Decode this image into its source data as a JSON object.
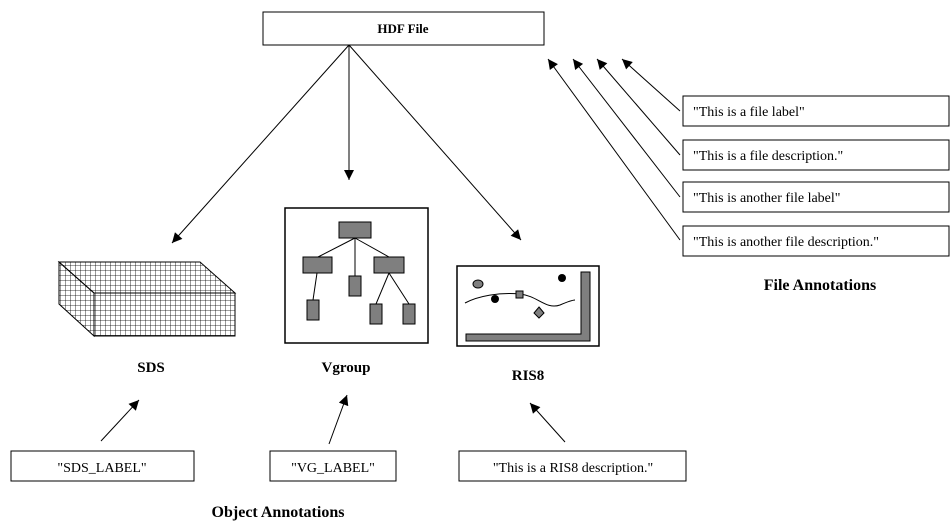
{
  "root": {
    "title": "HDF File"
  },
  "objects": {
    "sds": {
      "label": "SDS"
    },
    "vgroup": {
      "label": "Vgroup"
    },
    "ris8": {
      "label": "RIS8"
    }
  },
  "object_annotations": {
    "heading": "Object Annotations",
    "items": [
      {
        "text": "\"SDS_LABEL\""
      },
      {
        "text": "\"VG_LABEL\""
      },
      {
        "text": "\"This is a RIS8 description.\""
      }
    ]
  },
  "file_annotations": {
    "heading": "File Annotations",
    "items": [
      {
        "text": "\"This is a file label\""
      },
      {
        "text": "\"This is a file description.\""
      },
      {
        "text": "\"This is another file label\""
      },
      {
        "text": "\"This is another file description.\""
      }
    ]
  },
  "colors": {
    "stroke": "#000000",
    "icon_fill": "#7f7f7f",
    "background": "#ffffff"
  }
}
